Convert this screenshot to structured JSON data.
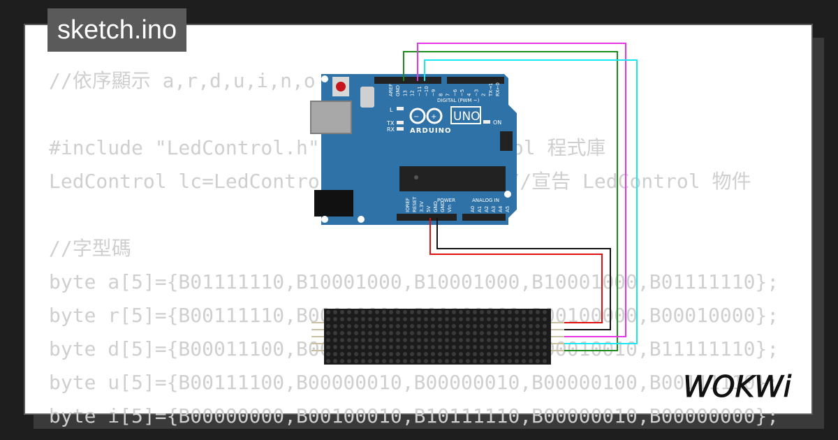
{
  "tab": {
    "filename": "sketch.ino"
  },
  "code_lines": [
    "//依序顯示 a,r,d,u,i,n,o",
    "",
    "#include \"LedControl.h\"  //引用 LedControl 程式庫",
    "LedControl lc=LedControl(12,11,10,4);  //宣告 LedControl 物件",
    "",
    "//字型碼",
    "byte a[5]={B01111110,B10001000,B10001000,B10001000,B01111110};",
    "byte r[5]={B00111110,B00010000,B00100000,B00100000,B00010000};",
    "byte d[5]={B00011100,B00100010,B00100010,B00010010,B11111110};",
    "byte u[5]={B00111100,B00000010,B00000010,B00000100,B00111110};",
    "byte i[5]={B00000000,B00100010,B10111110,B00000010,B00000000};"
  ],
  "board": {
    "labels": {
      "uno": "UNO",
      "arduino": "ARDUINO",
      "digital": "DIGITAL (PWM ~)",
      "power": "POWER",
      "analog": "ANALOG IN",
      "on": "ON",
      "l": "L",
      "tx": "TX",
      "rx": "RX"
    },
    "digital_pins": [
      "AREF",
      "GND",
      "13",
      "12",
      "~11",
      "~10",
      "~9",
      "8",
      "7",
      "~6",
      "~5",
      "4",
      "~3",
      "2",
      "TX→1",
      "RX←0"
    ],
    "power_pins": [
      "IOREF",
      "RESET",
      "3.3V",
      "5V",
      "GND",
      "GND",
      "Vin"
    ],
    "analog_pins": [
      "A0",
      "A1",
      "A2",
      "A3",
      "A4",
      "A5"
    ]
  },
  "brand": {
    "logo_text": "WOKWi"
  },
  "colors": {
    "board": "#2f72a8",
    "matrix": "#1b1b1b",
    "wire_green": "#1a8a1a",
    "wire_magenta": "#e535e5",
    "wire_cyan": "#1ae8f0",
    "wire_red": "#e01010",
    "wire_black": "#111111"
  }
}
